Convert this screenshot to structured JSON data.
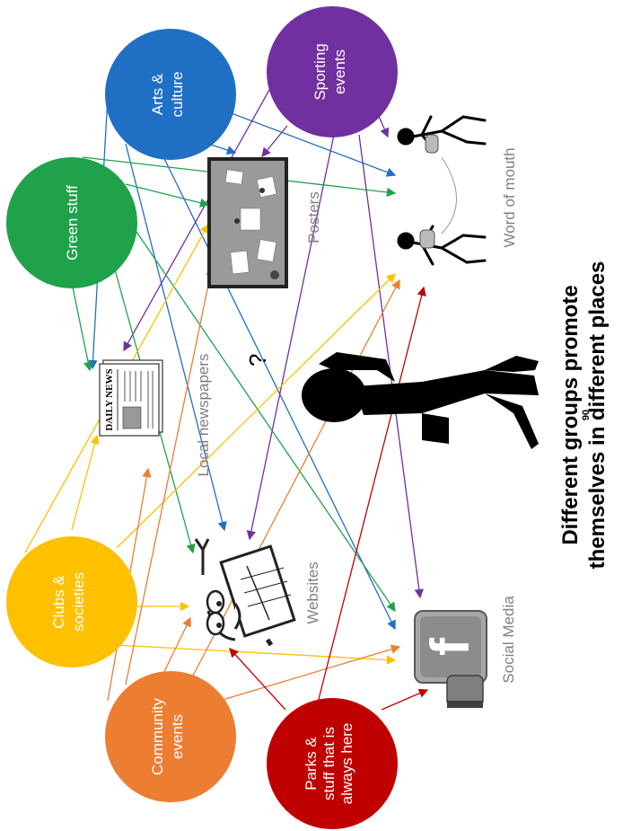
{
  "groups": {
    "arts": {
      "line1": "Arts &",
      "line2": "culture",
      "color": "#1f6fc4"
    },
    "sporting": {
      "line1": "Sporting",
      "line2": "events",
      "color": "#7030a0"
    },
    "green": {
      "line1": "Green stuff",
      "color": "#1fa24a"
    },
    "clubs": {
      "line1": "Clubs &",
      "line2": "societies",
      "color": "#ffc000"
    },
    "community": {
      "line1": "Community",
      "line2": "events",
      "color": "#ed7d31"
    },
    "parks": {
      "line1": "Parks &",
      "line2": "stuff that is",
      "line3": "always here",
      "color": "#c00000"
    }
  },
  "places": {
    "word_of_mouth": "Word of mouth",
    "posters": "Posters",
    "newspapers": "Local newspapers",
    "newspaper_masthead": "DAILY NEWS",
    "websites": "Websites",
    "social_media": "Social Media"
  },
  "title": {
    "line1": "Different groups promote",
    "line2": "themselves in different places"
  },
  "page_number": "90",
  "thinker_mark": "?"
}
